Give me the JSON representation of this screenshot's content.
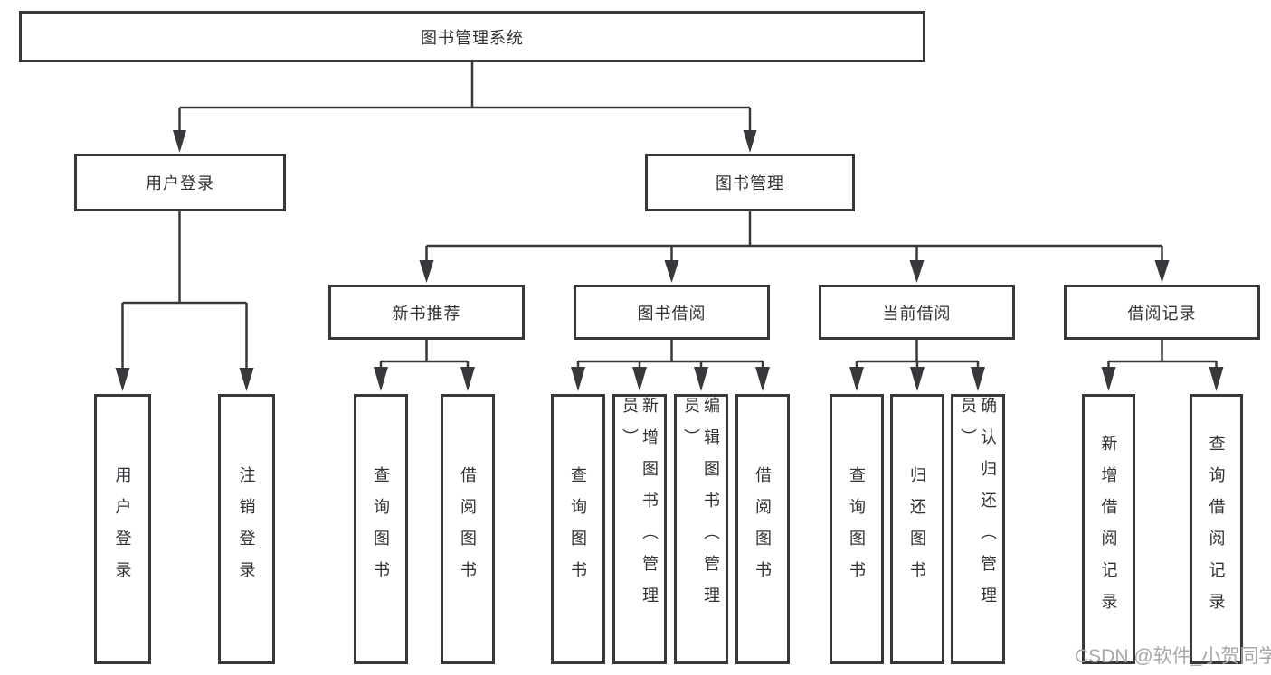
{
  "tree": {
    "root": {
      "label": "图书管理系统"
    },
    "branches": [
      {
        "label": "用户登录",
        "children": [
          {
            "label": "用户登录"
          },
          {
            "label": "注销登录"
          }
        ]
      },
      {
        "label": "图书管理",
        "children": [
          {
            "label": "新书推荐",
            "children": [
              {
                "label": "查询图书"
              },
              {
                "label": "借阅图书"
              }
            ]
          },
          {
            "label": "图书借阅",
            "children": [
              {
                "label": "查询图书"
              },
              {
                "label": "新增图书（管理员）"
              },
              {
                "label": "编辑图书（管理员）"
              },
              {
                "label": "借阅图书"
              }
            ]
          },
          {
            "label": "当前借阅",
            "children": [
              {
                "label": "查询图书"
              },
              {
                "label": "归还图书"
              },
              {
                "label": "确认归还（管理员）"
              }
            ]
          },
          {
            "label": "借阅记录",
            "children": [
              {
                "label": "新增借阅记录"
              },
              {
                "label": "查询借阅记录"
              }
            ]
          }
        ]
      }
    ]
  },
  "watermark": "CSDN @软件_小贺同学",
  "colors": {
    "line": "#36383b",
    "text": "#2f3136",
    "watermark": "#a8a8a8",
    "background": "#ffffff"
  }
}
